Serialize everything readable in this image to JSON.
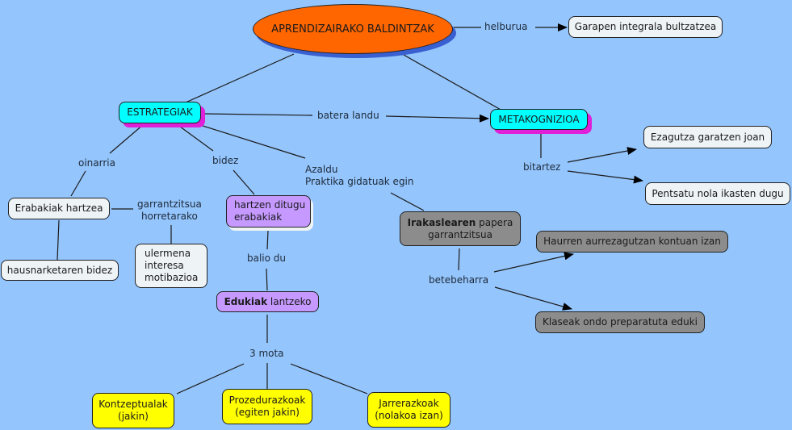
{
  "root": "APRENDIZAIRAKO BALDINTZAK",
  "nodes": {
    "garapen": "Garapen integrala bultzatzea",
    "estrategiak": "ESTRATEGIAK",
    "metakognizioa": "METAKOGNIZIOA",
    "ezagutza": "Ezagutza garatzen joan",
    "pentsatu": "Pentsatu nola ikasten dugu",
    "erabakiak": "Erabakiak hartzea",
    "hausnarketa": "hausnarketaren bidez",
    "ulermena": [
      "ulermena",
      "interesa",
      "motibazioa"
    ],
    "hartzen": [
      "hartzen ditugu",
      "erabakiak"
    ],
    "irakaslea_bold": "Irakaslearen",
    "irakaslea_rest": " papera",
    "irakaslea_line2": "garrantzitsua",
    "haurren": "Haurren aurrezagutzan kontuan izan",
    "klaseak": "Klaseak ondo preparatuta eduki",
    "edukiak_bold": "Edukiak",
    "edukiak_rest": " lantzeko",
    "kontzeptualak": [
      "Kontzeptualak",
      "(jakin)"
    ],
    "prozedurazkoak": [
      "Prozedurazkoak",
      "(egiten jakin)"
    ],
    "jarrerazkoak": [
      "Jarrerazkoak",
      "(nolakoa izan)"
    ]
  },
  "links": {
    "helburua": "helburua",
    "batera": "batera landu",
    "bitartez": "bitartez",
    "oinarria": "oinarria",
    "bidez": "bidez",
    "azaldu": [
      "Azaldu",
      "Praktika gidatuak egin"
    ],
    "garrantzitsua": [
      "garrantzitsua",
      "horretarako"
    ],
    "balio": "balio du",
    "betebeharra": "betebeharra",
    "mota": "3 mota"
  }
}
